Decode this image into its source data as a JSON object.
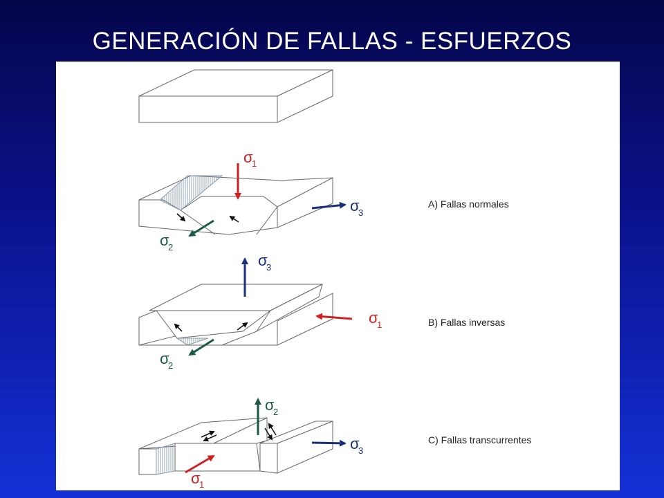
{
  "slide": {
    "title": "GENERACIÓN DE FALLAS - ESFUERZOS"
  },
  "captions": {
    "a": "A) Fallas normales",
    "b": "B) Fallas inversas",
    "c": "C) Fallas transcurrentes"
  },
  "symbols": {
    "sigma": "σ",
    "one": "1",
    "two": "2",
    "three": "3"
  },
  "colors": {
    "sigma1": "#cc2222",
    "sigma2": "#1a5a46",
    "sigma3": "#1a2f7a"
  }
}
